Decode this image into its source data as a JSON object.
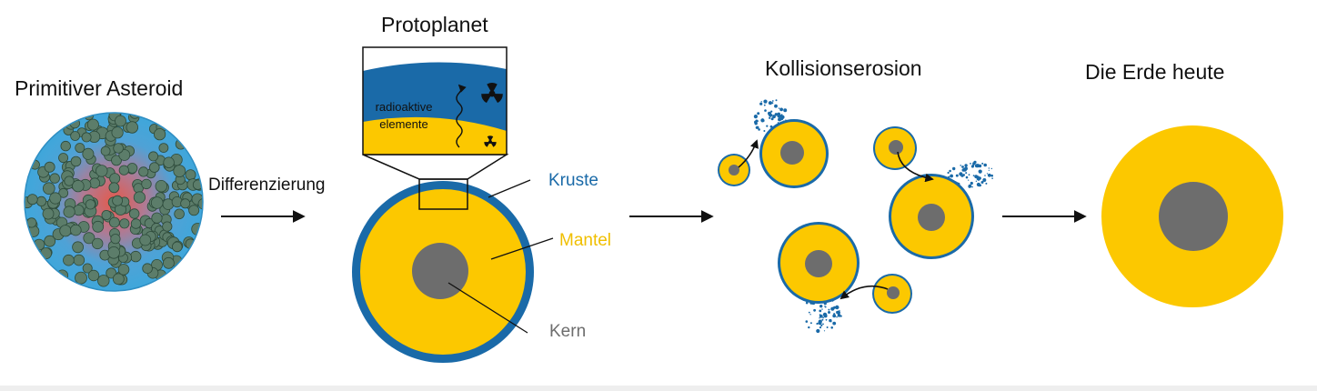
{
  "titles": {
    "asteroid": "Primitiver Asteroid",
    "protoplanet": "Protoplanet",
    "collision": "Kollisionserosion",
    "earth": "Die Erde heute"
  },
  "arrows": {
    "differentiation": "Differenzierung"
  },
  "inset": {
    "radioactive_line1": "radioaktive",
    "radioactive_line2": "elemente"
  },
  "layers": {
    "crust": "Kruste",
    "mantle": "Mantel",
    "core": "Kern"
  },
  "colors": {
    "crust_blue": "#1a6aa8",
    "mantle_yellow": "#fcc800",
    "core_gray": "#6d6d6d",
    "asteroid_blue": "#3fa7db",
    "asteroid_center": "#e45a4c",
    "chondrule_green": "#5c7d6a"
  },
  "icons": [
    "radiation-icon",
    "arrow-icon",
    "wavy-arrow-icon"
  ]
}
